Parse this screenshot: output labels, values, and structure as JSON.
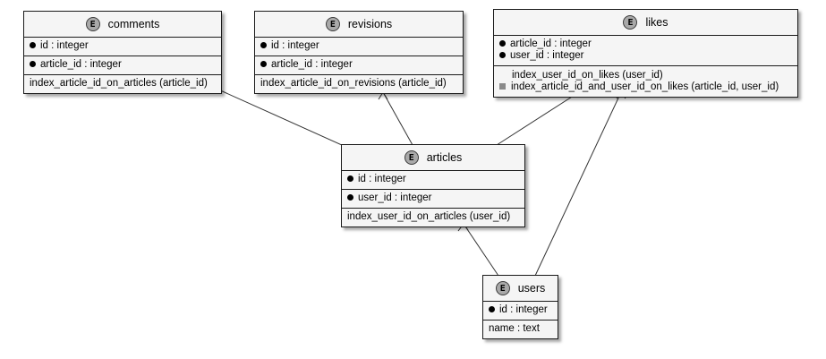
{
  "entities": {
    "comments": {
      "badge": "E",
      "name": "comments",
      "key_fields": [
        "id : integer",
        "article_id : integer"
      ],
      "indexes": [
        "index_article_id_on_articles (article_id)"
      ]
    },
    "revisions": {
      "badge": "E",
      "name": "revisions",
      "key_fields": [
        "id : integer",
        "article_id : integer"
      ],
      "indexes": [
        "index_article_id_on_revisions (article_id)"
      ]
    },
    "likes": {
      "badge": "E",
      "name": "likes",
      "key_fields": [
        "article_id : integer",
        "user_id : integer"
      ],
      "indexes": [
        "index_user_id_on_likes (user_id)",
        "index_article_id_and_user_id_on_likes (article_id, user_id)"
      ]
    },
    "articles": {
      "badge": "E",
      "name": "articles",
      "key_fields": [
        "id : integer",
        "user_id : integer"
      ],
      "indexes": [
        "index_user_id_on_articles (user_id)"
      ]
    },
    "users": {
      "badge": "E",
      "name": "users",
      "key_fields": [
        "id : integer"
      ],
      "attributes": [
        "name : text"
      ]
    }
  },
  "relations": [
    {
      "from": "comments",
      "to": "articles"
    },
    {
      "from": "revisions",
      "to": "articles"
    },
    {
      "from": "likes",
      "to": "articles"
    },
    {
      "from": "articles",
      "to": "users"
    },
    {
      "from": "likes",
      "to": "users"
    }
  ],
  "colors": {
    "box_fill": "#f5f5f5",
    "border": "#1a1a1a",
    "badge": "#a9a9a9",
    "line": "#333333"
  }
}
